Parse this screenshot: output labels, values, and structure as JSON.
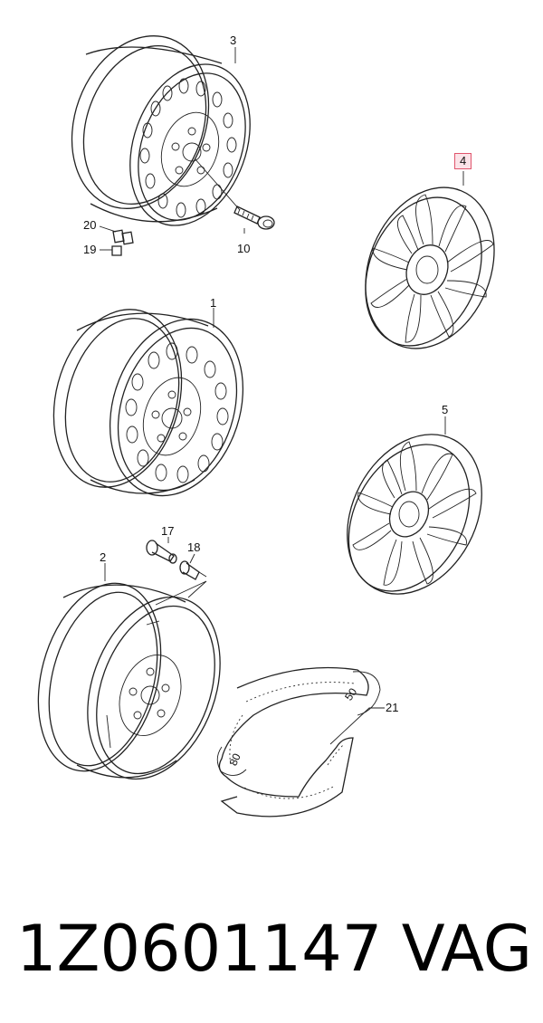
{
  "callouts": {
    "c3": "3",
    "c4": "4",
    "c20": "20",
    "c19": "19",
    "c10": "10",
    "c1": "1",
    "c5": "5",
    "c17": "17",
    "c18": "18",
    "c2": "2",
    "c21": "21"
  },
  "scale_labels": {
    "left": "80",
    "right": "50"
  },
  "footer": {
    "part_number": "1Z0601147",
    "brand": "VAG"
  },
  "colors": {
    "highlight_border": "#e0556d",
    "highlight_fill": "#fbe3e8",
    "line": "#222222"
  }
}
